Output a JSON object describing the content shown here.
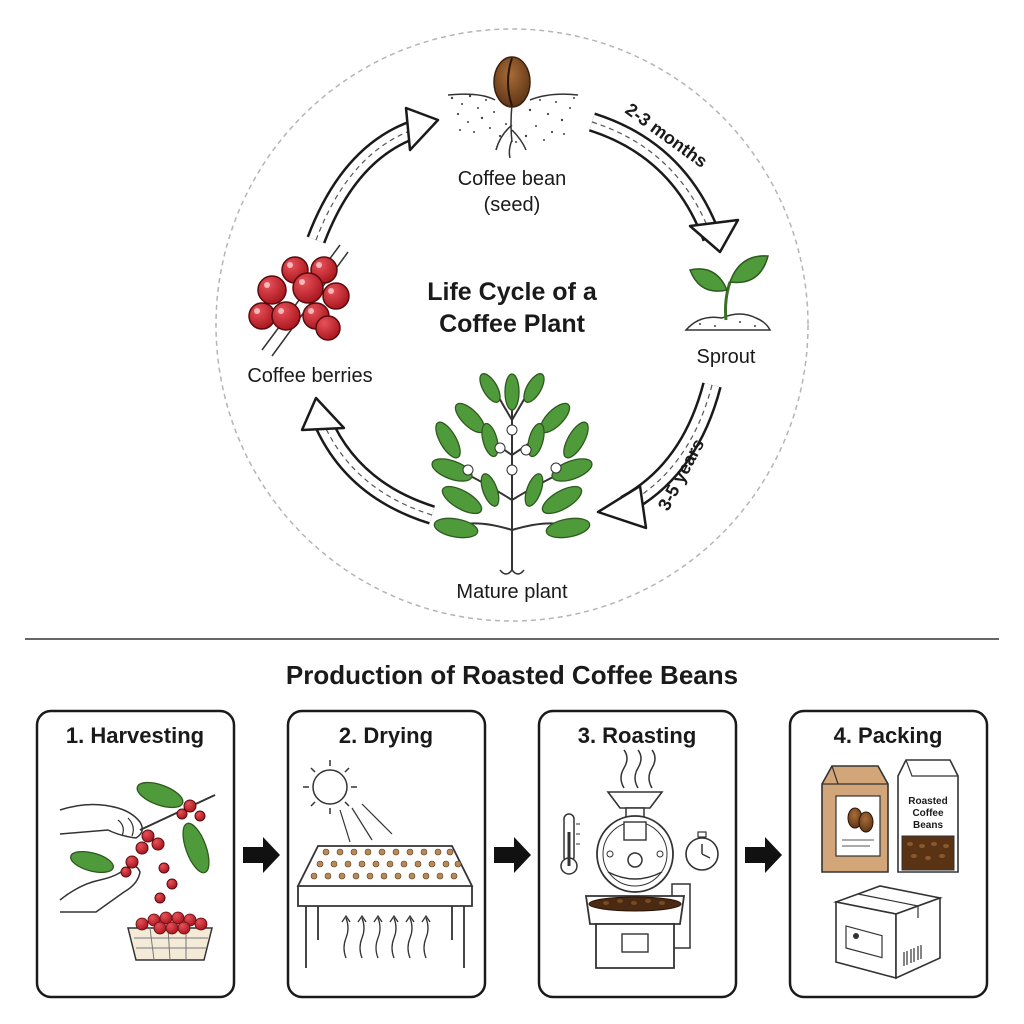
{
  "cycle": {
    "title_line1": "Life Cycle of a",
    "title_line2": "Coffee Plant",
    "stages": {
      "bean_line1": "Coffee bean",
      "bean_line2": "(seed)",
      "sprout": "Sprout",
      "mature": "Mature plant",
      "berries": "Coffee berries"
    },
    "durations": {
      "to_sprout": "2-3 months",
      "to_mature": "3-5 years"
    }
  },
  "production": {
    "title": "Production of Roasted Coffee Beans",
    "steps": [
      {
        "label": "1. Harvesting"
      },
      {
        "label": "2. Drying"
      },
      {
        "label": "3. Roasting"
      },
      {
        "label": "4. Packing"
      }
    ],
    "bag_label_line1": "Roasted",
    "bag_label_line2": "Coffee",
    "bag_label_line3": "Beans"
  },
  "colors": {
    "berry_red": "#c8232c",
    "leaf_green": "#4f9a3a",
    "bean_brown": "#7a4a22",
    "paper_kraft": "#d2a679"
  }
}
